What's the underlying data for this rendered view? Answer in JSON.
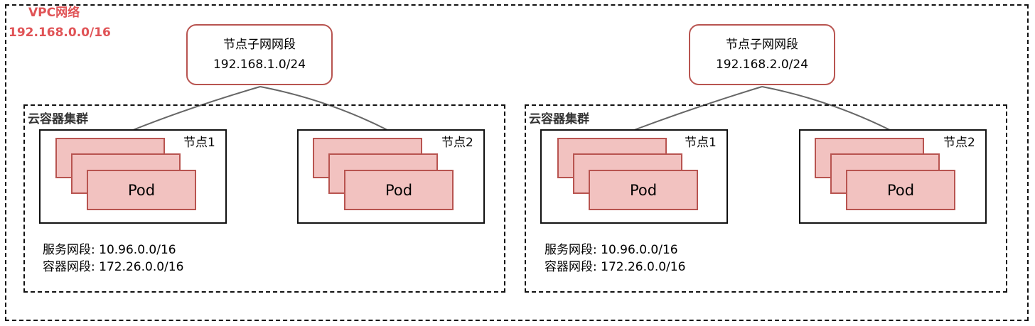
{
  "vpc": {
    "name": "VPC网络",
    "cidr": "192.168.0.0/16"
  },
  "colors": {
    "accent_red": "#e05356",
    "pod_fill": "#f2c2c0",
    "pod_border": "#b85450"
  },
  "clusters": [
    {
      "label": "云容器集群",
      "subnet": {
        "title": "节点子网网段",
        "cidr": "192.168.1.0/24"
      },
      "nodes": [
        {
          "label": "节点1",
          "pod_label": "Pod"
        },
        {
          "label": "节点2",
          "pod_label": "Pod"
        }
      ],
      "service_range": "服务网段: 10.96.0.0/16",
      "container_range": "容器网段: 172.26.0.0/16"
    },
    {
      "label": "云容器集群",
      "subnet": {
        "title": "节点子网网段",
        "cidr": "192.168.2.0/24"
      },
      "nodes": [
        {
          "label": "节点1",
          "pod_label": "Pod"
        },
        {
          "label": "节点2",
          "pod_label": "Pod"
        }
      ],
      "service_range": "服务网段: 10.96.0.0/16",
      "container_range": "容器网段: 172.26.0.0/16"
    }
  ]
}
